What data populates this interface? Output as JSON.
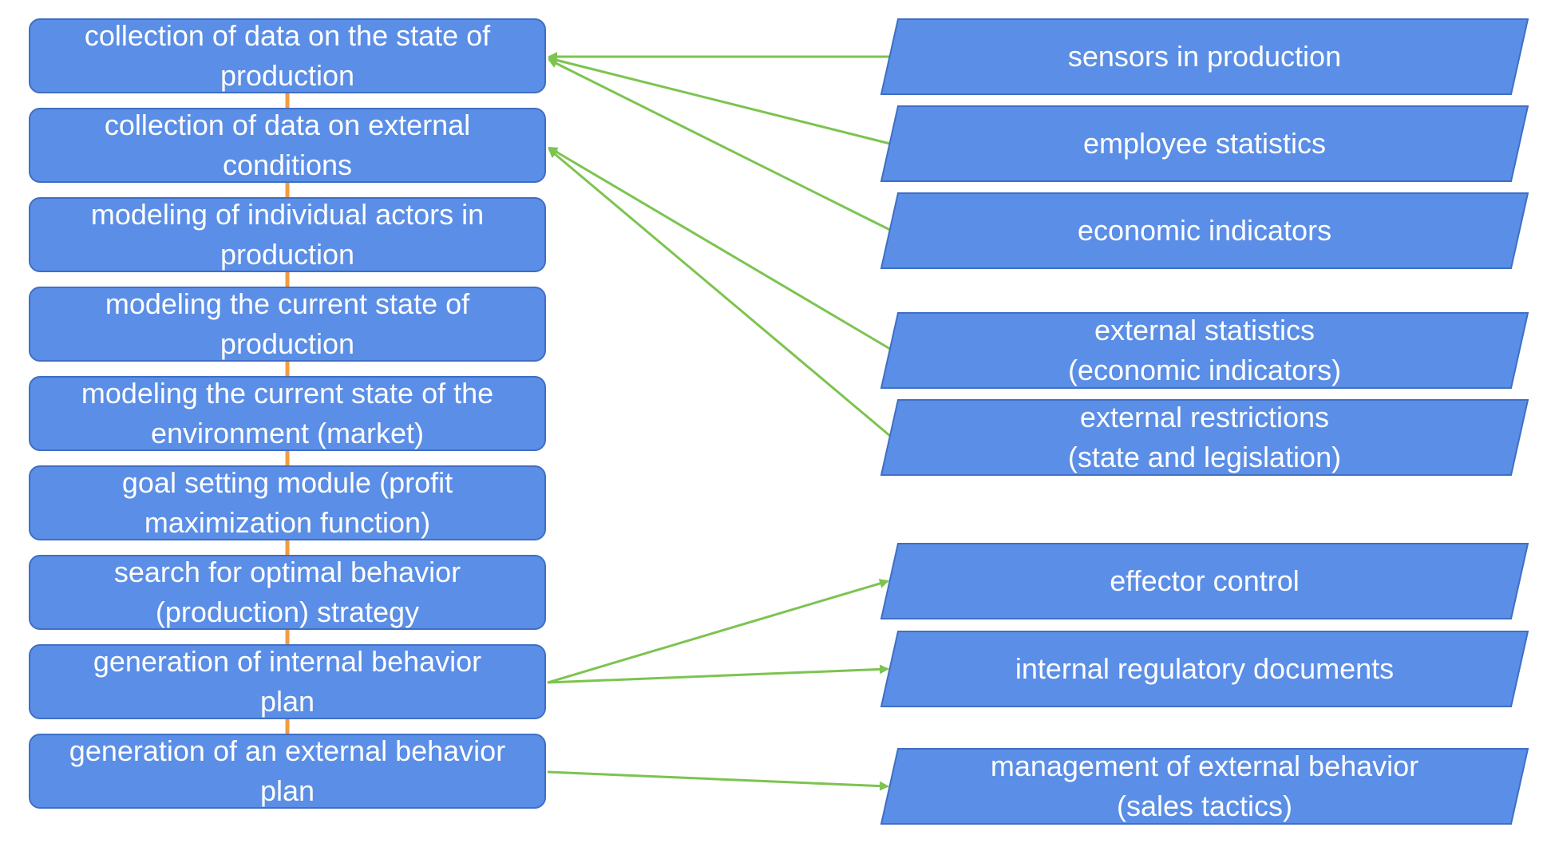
{
  "colors": {
    "box_fill": "#5b8ee6",
    "box_border": "#3f6fc4",
    "sequence_connector": "#f39c3d",
    "source_arrow": "#7cc44f",
    "text": "#ffffff"
  },
  "steps": [
    {
      "label": "collection of data on the state of\nproduction"
    },
    {
      "label": "collection of data on external\nconditions"
    },
    {
      "label": "modeling of individual actors in\nproduction"
    },
    {
      "label": "modeling the current state of\nproduction"
    },
    {
      "label": "modeling the current state of the\nenvironment (market)"
    },
    {
      "label": "goal setting module (profit\nmaximization function)"
    },
    {
      "label": "search for optimal behavior\n(production) strategy"
    },
    {
      "label": "generation of internal behavior\nplan"
    },
    {
      "label": "generation of an external behavior\nplan"
    }
  ],
  "sources": [
    {
      "label": "sensors in production"
    },
    {
      "label": "employee statistics"
    },
    {
      "label": "economic indicators"
    },
    {
      "label": "external statistics\n(economic indicators)"
    },
    {
      "label": "external restrictions\n(state and legislation)"
    },
    {
      "label": "effector control"
    },
    {
      "label": "internal regulatory documents"
    },
    {
      "label": "management of external behavior\n(sales tactics)"
    }
  ]
}
